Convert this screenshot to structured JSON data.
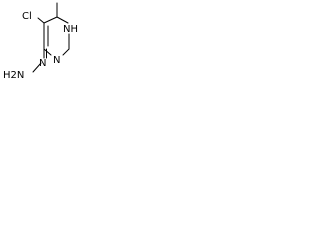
{
  "molecule": {
    "atoms": {
      "cl": "Cl",
      "nh_ring": "NH",
      "n_ring": "N",
      "n_hydrazone": "N",
      "h2n": "H2N"
    }
  }
}
